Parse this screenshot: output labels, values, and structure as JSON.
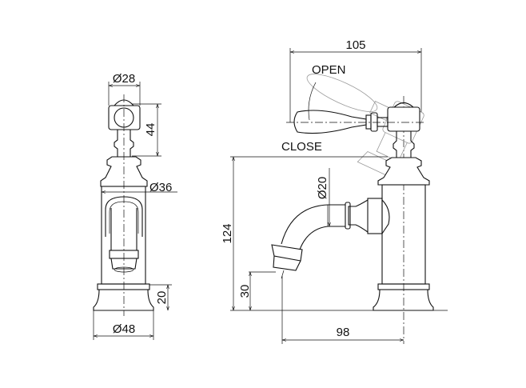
{
  "front_view": {
    "dims": {
      "knob_diameter": "Ø28",
      "knob_height": "44",
      "body_diameter": "Ø36",
      "base_height": "20",
      "base_diameter": "Ø48"
    }
  },
  "side_view": {
    "dims": {
      "total_reach": "105",
      "total_height": "124",
      "spout_diameter": "Ø20",
      "spout_height": "30",
      "spout_reach": "98"
    },
    "labels": {
      "open": "OPEN",
      "close": "CLOSE"
    }
  }
}
